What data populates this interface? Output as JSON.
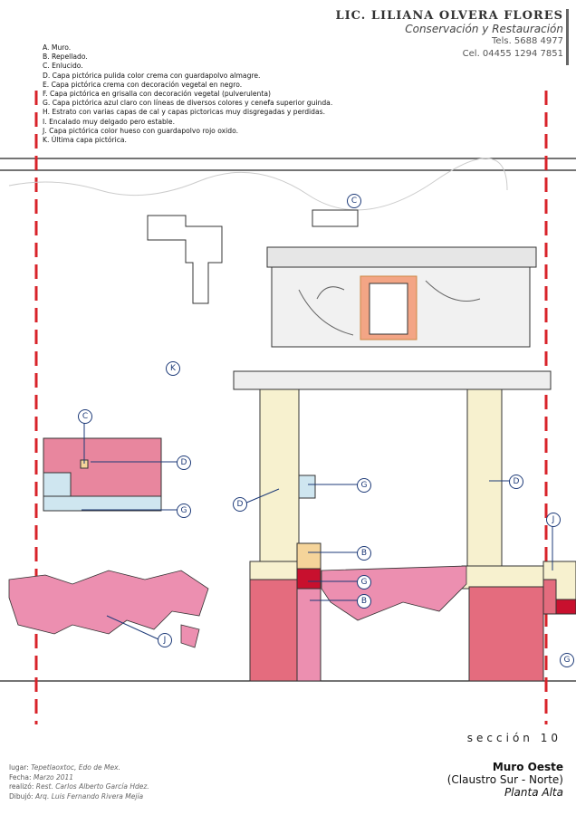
{
  "header": {
    "name": "LIC.  LILIANA OLVERA FLORES",
    "subtitle": "Conservación y Restauración",
    "tel": "Tels. 5688 4977",
    "cel": "Cel. 04455 1294 7851"
  },
  "legend": [
    "A. Muro.",
    "B. Repellado.",
    "C. Enlucido.",
    "D. Capa pictórica pulida  color crema con guardapolvo almagre.",
    "E. Capa pictórica crema con decoración vegetal en negro.",
    "F. Capa pictórica en grisalla con decoración vegetal (pulverulenta)",
    "G. Capa pictórica azul claro con líneas de diversos colores y cenefa superior guinda.",
    "H. Estrato con varias capas de cal y capas pictoricas muy disgregadas y perdidas.",
    "I. Encalado muy delgado pero estable.",
    "J. Capa pictórica color hueso con guardapolvo rojo oxido.",
    "K. Última capa pictórica."
  ],
  "callouts": [
    "C",
    "C",
    "K",
    "D",
    "G",
    "D",
    "G",
    "D",
    "B",
    "G",
    "B",
    "J",
    "J",
    "G"
  ],
  "section": "sección 10",
  "credits": {
    "lugar_label": "lugar:",
    "lugar": "Tepetlaoxtoc, Edo de Mex.",
    "fecha_label": "Fecha:",
    "fecha": "Marzo 2011",
    "realizo_label": "realizó:",
    "realizo": "Rest. Carlos Alberto García Hdez.",
    "dibujo_label": "Dibujó:",
    "dibujo": "Arq. Luis Fernando Rivera Mejía"
  },
  "title": {
    "main": "Muro Oeste",
    "sub": "(Claustro Sur - Norte)",
    "level": "Planta Alta"
  },
  "colors": {
    "accent_red": "#d8232a",
    "callout_blue": "#1d3a78",
    "pink": "#e8869e",
    "cream": "#f7f1cf",
    "blue": "#cfe6f0"
  }
}
